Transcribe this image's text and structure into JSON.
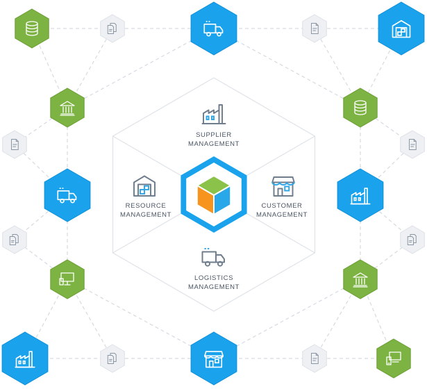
{
  "colors": {
    "blue": "#1aa3ec",
    "blue_stroke": "#0f8fd8",
    "green": "#7cb342",
    "green_stroke": "#6a9e35",
    "gray": "#eef0f3",
    "gray_stroke": "#dde1e6",
    "dash": "#d6dae0",
    "text": "#4a5563",
    "icon_outline": "#6f7d8c",
    "icon_accent": "#2fa6e8",
    "cube_top": "#8bc34a",
    "cube_left": "#f7941d",
    "cube_right": "#29a8e9",
    "hub_ring": "#1aa3ec"
  },
  "hub": {
    "icon": "colored-cube-icon"
  },
  "modules": [
    {
      "key": "supplier",
      "line1": "SUPPLIER",
      "line2": "MANAGEMENT",
      "icon": "factory-icon"
    },
    {
      "key": "resource",
      "line1": "RESOURCE",
      "line2": "MANAGEMENT",
      "icon": "warehouse-icon"
    },
    {
      "key": "customer",
      "line1": "CUSTOMER",
      "line2": "MANAGEMENT",
      "icon": "storefront-icon"
    },
    {
      "key": "logistics",
      "line1": "LOGISTICS",
      "line2": "MANAGEMENT",
      "icon": "delivery-truck-icon"
    }
  ],
  "nodes": [
    {
      "id": "n1",
      "kind": "green",
      "icon": "database-icon"
    },
    {
      "id": "n2",
      "kind": "gray",
      "icon": "documents-icon"
    },
    {
      "id": "n3",
      "kind": "blue",
      "icon": "delivery-truck-icon"
    },
    {
      "id": "n4",
      "kind": "gray",
      "icon": "document-icon"
    },
    {
      "id": "n5",
      "kind": "blue",
      "icon": "warehouse-icon"
    },
    {
      "id": "n6",
      "kind": "green",
      "icon": "bank-icon"
    },
    {
      "id": "n7",
      "kind": "green",
      "icon": "database-icon"
    },
    {
      "id": "n8",
      "kind": "gray",
      "icon": "document-icon"
    },
    {
      "id": "n9",
      "kind": "gray",
      "icon": "document-icon"
    },
    {
      "id": "n10",
      "kind": "blue",
      "icon": "delivery-truck-icon"
    },
    {
      "id": "n11",
      "kind": "blue",
      "icon": "factory-icon"
    },
    {
      "id": "n12",
      "kind": "gray",
      "icon": "documents-icon"
    },
    {
      "id": "n13",
      "kind": "gray",
      "icon": "documents-icon"
    },
    {
      "id": "n14",
      "kind": "green",
      "icon": "computer-icon"
    },
    {
      "id": "n15",
      "kind": "green",
      "icon": "bank-icon"
    },
    {
      "id": "n16",
      "kind": "blue",
      "icon": "factory-icon"
    },
    {
      "id": "n17",
      "kind": "gray",
      "icon": "documents-icon"
    },
    {
      "id": "n18",
      "kind": "blue",
      "icon": "storefront-icon"
    },
    {
      "id": "n19",
      "kind": "gray",
      "icon": "document-icon"
    },
    {
      "id": "n20",
      "kind": "green",
      "icon": "devices-icon"
    }
  ]
}
